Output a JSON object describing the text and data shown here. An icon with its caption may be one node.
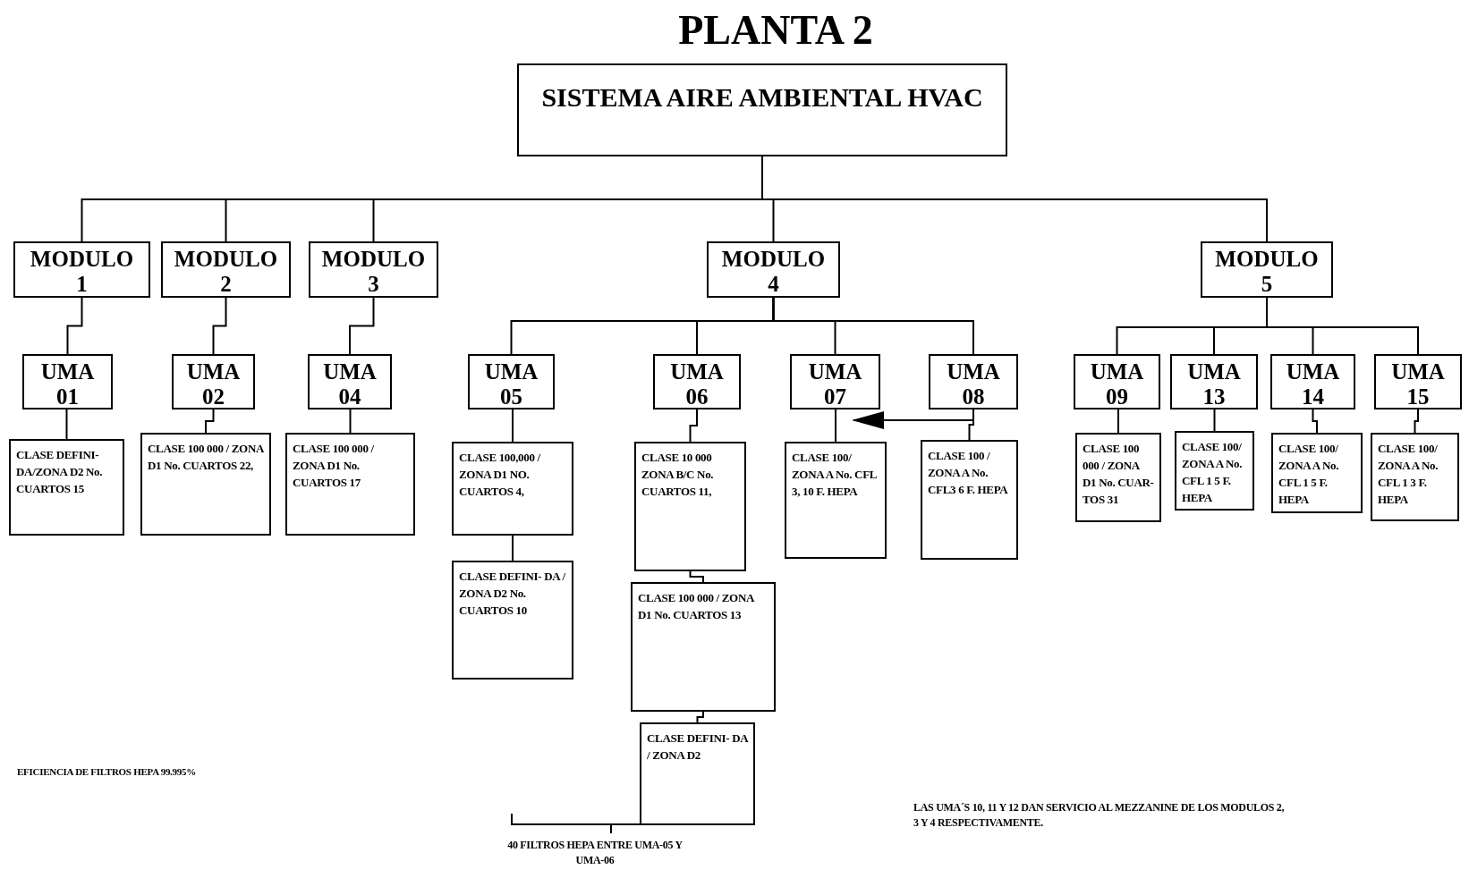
{
  "diagram": {
    "title": "PLANTA 2",
    "nodes": [
      {
        "text": [
          "SISTEMA AIRE AMBIENTAL HVAC"
        ]
      },
      {
        "text": [
          "MODULO 1"
        ]
      },
      {
        "text": [
          "MODULO 2"
        ]
      },
      {
        "text": [
          "MODULO 3"
        ]
      },
      {
        "text": [
          "MODULO 4"
        ]
      },
      {
        "text": [
          "MODULO 5"
        ]
      },
      {
        "text": [
          "UMA 01"
        ]
      },
      {
        "text": [
          "UMA 02"
        ]
      },
      {
        "text": [
          "UMA 04"
        ]
      },
      {
        "text": [
          "UMA 05"
        ]
      },
      {
        "text": [
          "UMA 06"
        ]
      },
      {
        "text": [
          "UMA 07"
        ]
      },
      {
        "text": [
          "UMA 08"
        ]
      },
      {
        "text": [
          "UMA 09"
        ]
      },
      {
        "text": [
          "UMA 13"
        ]
      },
      {
        "text": [
          "UMA 14"
        ]
      },
      {
        "text": [
          "UMA 15"
        ]
      },
      {
        "text": [
          "CLASE DEFINI- DA/ZONA D2 No. CUARTOS 15"
        ]
      },
      {
        "text": [
          "CLASE 100 000 / ZONA D1 No. CUARTOS 22,"
        ]
      },
      {
        "text": [
          "CLASE 100 000 / ZONA D1 No. CUARTOS 17"
        ]
      },
      {
        "text": [
          "CLASE 100,000 / ZONA D1 NO. CUARTOS 4,"
        ]
      },
      {
        "text": [
          "CLASE DEFINI- DA / ZONA D2 No. CUARTOS 10"
        ]
      },
      {
        "text": [
          "CLASE 10 000 ZONA B/C No. CUARTOS 11,"
        ]
      },
      {
        "text": [
          "CLASE 100 000 / ZONA D1 No. CUARTOS 13"
        ]
      },
      {
        "text": [
          "CLASE DEFINI- DA / ZONA D2"
        ]
      },
      {
        "text": [
          "CLASE 100/ ZONA A No. CFL 3, 10 F. HEPA"
        ]
      },
      {
        "text": [
          "CLASE 100 / ZONA A No. CFL3 6 F. HEPA"
        ]
      },
      {
        "text": [
          "CLASE 100 000 / ZONA D1 No. CUAR- TOS 31"
        ]
      },
      {
        "text": [
          "CLASE 100/ ZONA A No. CFL 1 5 F. HEPA"
        ]
      },
      {
        "text": [
          "CLASE 100/ ZONA A No. CFL 1 5 F. HEPA"
        ]
      },
      {
        "text": [
          "CLASE 100/ ZONA A No. CFL 1 3 F. HEPA"
        ]
      }
    ],
    "edges": [
      {
        "from": 0,
        "to": 1,
        "arrow": "none"
      },
      {
        "from": 0,
        "to": 2,
        "arrow": "none"
      },
      {
        "from": 0,
        "to": 3,
        "arrow": "none"
      },
      {
        "from": 0,
        "to": 4,
        "arrow": "none"
      },
      {
        "from": 0,
        "to": 5,
        "arrow": "none"
      },
      {
        "from": 1,
        "to": 6,
        "arrow": "none"
      },
      {
        "from": 2,
        "to": 7,
        "arrow": "none"
      },
      {
        "from": 3,
        "to": 8,
        "arrow": "none"
      },
      {
        "from": 4,
        "to": 9,
        "arrow": "none"
      },
      {
        "from": 4,
        "to": 10,
        "arrow": "none"
      },
      {
        "from": 4,
        "to": 11,
        "arrow": "none"
      },
      {
        "from": 4,
        "to": 12,
        "arrow": "none"
      },
      {
        "from": 5,
        "to": 13,
        "arrow": "none"
      },
      {
        "from": 5,
        "to": 14,
        "arrow": "none"
      },
      {
        "from": 5,
        "to": 15,
        "arrow": "none"
      },
      {
        "from": 5,
        "to": 16,
        "arrow": "none"
      },
      {
        "from": 6,
        "to": 17,
        "arrow": "none"
      },
      {
        "from": 7,
        "to": 18,
        "arrow": "none"
      },
      {
        "from": 8,
        "to": 19,
        "arrow": "none"
      },
      {
        "from": 9,
        "to": 20,
        "arrow": "none"
      },
      {
        "from": 20,
        "to": 21,
        "arrow": "none"
      },
      {
        "from": 10,
        "to": 22,
        "arrow": "none"
      },
      {
        "from": 22,
        "to": 23,
        "arrow": "none"
      },
      {
        "from": 23,
        "to": 24,
        "arrow": "none"
      },
      {
        "from": 11,
        "to": 25,
        "arrow": "none"
      },
      {
        "from": 12,
        "to": 26,
        "arrow": "none"
      },
      {
        "from": 13,
        "to": 27,
        "arrow": "none"
      },
      {
        "from": 14,
        "to": 28,
        "arrow": "none"
      },
      {
        "from": 15,
        "to": 29,
        "arrow": "none"
      },
      {
        "from": 16,
        "to": 30,
        "arrow": "none"
      },
      {
        "from": 12,
        "to": 11,
        "arrow": "to"
      }
    ],
    "labels": [
      "EFICIENCIA DE FILTROS HEPA 99.995%",
      "40 FILTROS HEPA ENTRE UMA-05 Y UMA-06",
      "LAS UMA´S 10, 11 Y 12 DAN SERVICIO AL MEZZANINE DE LOS MODULOS 2, 3 Y 4 RESPECTIVAMENTE."
    ]
  }
}
